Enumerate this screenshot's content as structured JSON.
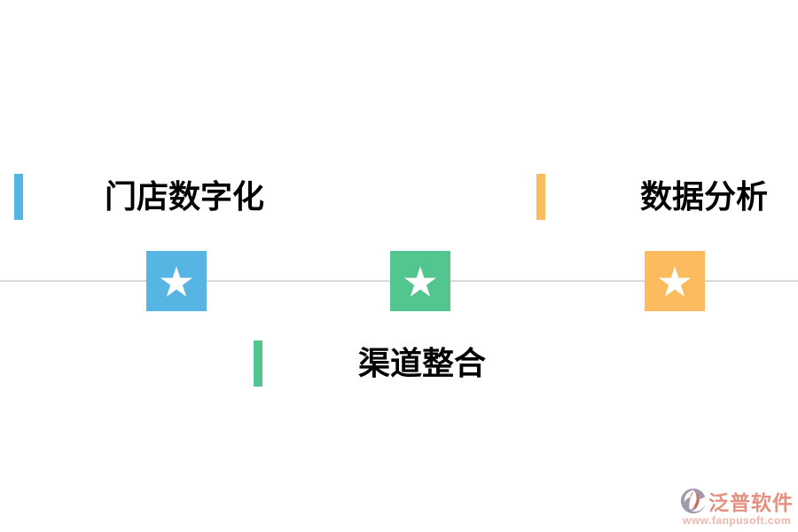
{
  "page": {
    "background": "#ffffff"
  },
  "timeline": {
    "line_color": "#d9d9d9"
  },
  "features": [
    {
      "label": "门店数字化",
      "accent": "#56b5e2",
      "position": "top-left"
    },
    {
      "label": "数据分析",
      "accent": "#fcbb5e",
      "position": "top-right"
    },
    {
      "label": "渠道整合",
      "accent": "#52c68e",
      "position": "bottom-center"
    }
  ],
  "milestones": [
    {
      "icon": "star-icon",
      "color": "#56b5e2"
    },
    {
      "icon": "star-icon",
      "color": "#52c68e"
    },
    {
      "icon": "star-icon",
      "color": "#fcbb5e"
    }
  ],
  "watermark": {
    "brand": "泛普软件",
    "url": "www.fanpusoft.com",
    "brand_color": "#e28674",
    "url_color": "#f0aba0",
    "icon_gray": "#978da2",
    "icon_red": "#c65a49"
  }
}
